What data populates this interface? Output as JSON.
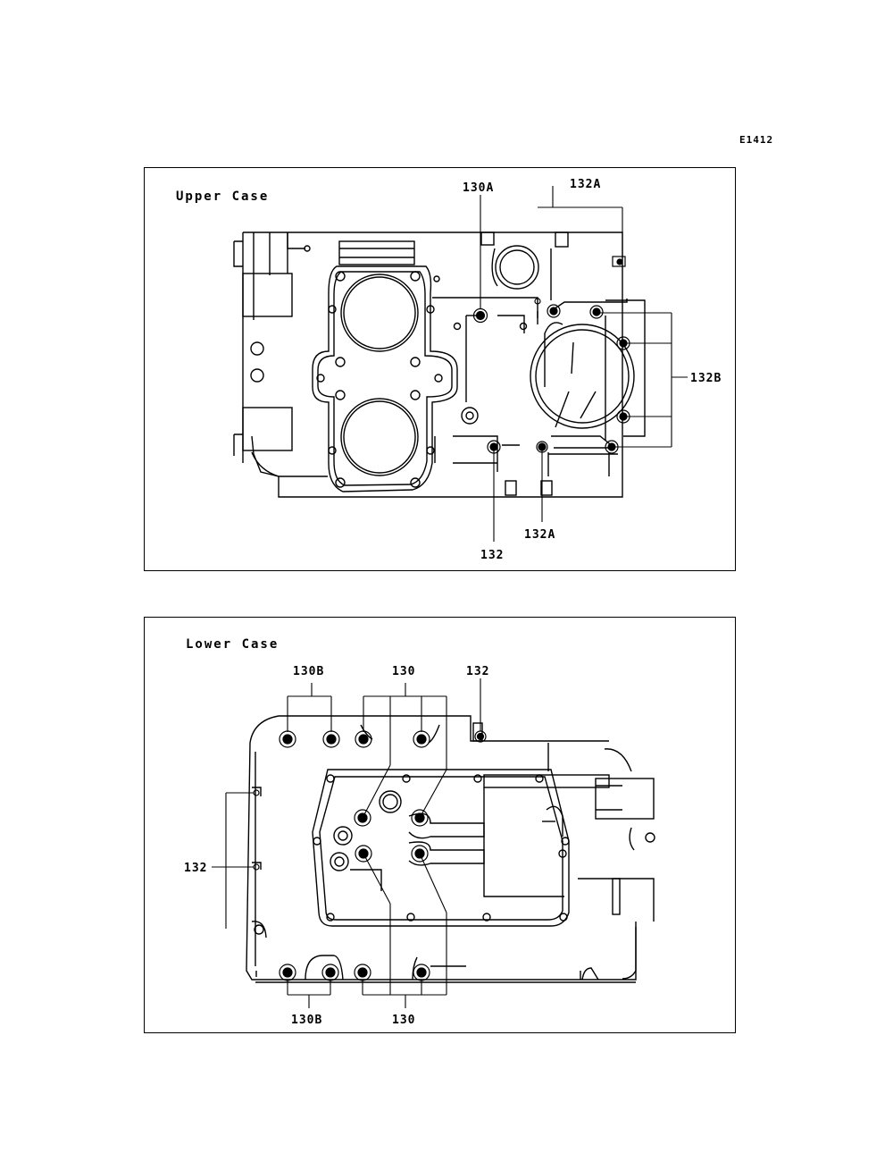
{
  "figure_code": "E1412",
  "upper": {
    "title": "Upper Case",
    "callouts": {
      "c130A": "130A",
      "c132A_top": "132A",
      "c132B": "132B",
      "c132A_bottom": "132A",
      "c132": "132"
    }
  },
  "lower": {
    "title": "Lower Case",
    "callouts": {
      "c130B_top": "130B",
      "c130_top": "130",
      "c132_top": "132",
      "c132_left": "132",
      "c130B_bottom": "130B",
      "c130_bottom": "130"
    }
  }
}
